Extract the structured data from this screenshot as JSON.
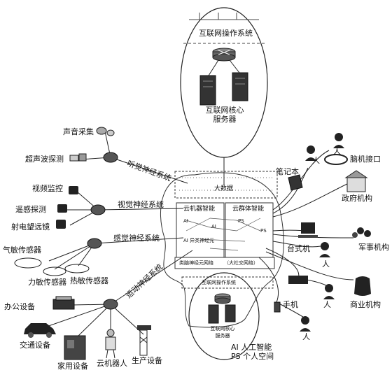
{
  "top_circle": {
    "os_label": "互联网操作系统",
    "core_label_1": "互联网核心",
    "core_label_2": "服务器"
  },
  "bottom_circle": {
    "os_label": "互联网操作系统",
    "core_label_1": "互联网核心",
    "core_label_2": "服务器"
  },
  "brain": {
    "big_data": "大数据",
    "cloud_machine": "云机器智能",
    "cloud_group": "云群体智能",
    "ai_label": "AI",
    "ps_label": "PS",
    "ai_neuron": "AI 异类神经元",
    "neural_net": "类脑神经元网络",
    "social_net": "（大社交网络）"
  },
  "systems": {
    "hearing": "听觉神经系统",
    "visual": "视觉神经系统",
    "sensory": "感觉神经系统",
    "motor": "运动神经系统"
  },
  "devices": {
    "sound": "声音采集",
    "ultrasonic": "超声波探测",
    "video": "视频监控",
    "remote": "遥感探测",
    "radar": "射电望远镜",
    "gas": "气敏传感器",
    "force": "力敏传感器",
    "heat": "热敏传感器",
    "office": "办公设备",
    "traffic": "交通设备",
    "home": "家用设备",
    "robot": "云机器人",
    "production": "生产设备"
  },
  "right": {
    "laptop": "笔记本",
    "person": "人",
    "bci": "脑机接口",
    "gov": "政府机构",
    "desktop": "台式机",
    "military": "军事机构",
    "commerce": "商业机构",
    "phone": "手机"
  },
  "legend": {
    "ai": "AI 人工智能",
    "ps": "PS 个人空间"
  }
}
